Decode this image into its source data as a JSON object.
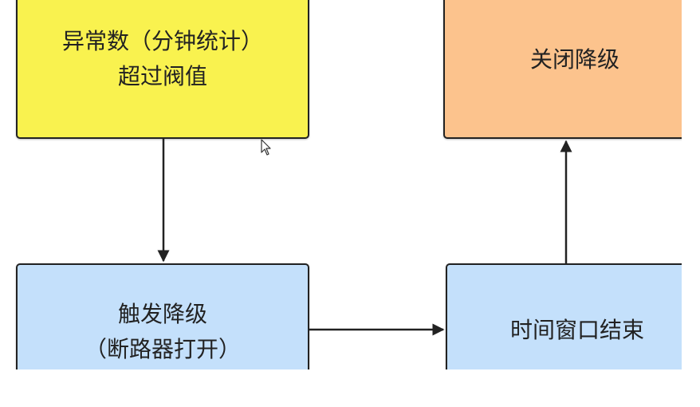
{
  "nodes": {
    "threshold": {
      "lines": [
        "异常数（分钟统计）",
        "超过阀值"
      ],
      "fill": "#f9f24f"
    },
    "close": {
      "lines": [
        "关闭降级"
      ],
      "fill": "#fcc38d"
    },
    "trigger": {
      "lines": [
        "触发降级",
        "（断路器打开）"
      ],
      "fill": "#c4e0fb"
    },
    "window": {
      "lines": [
        "时间窗口结束"
      ],
      "fill": "#c4e0fb"
    }
  },
  "colors": {
    "arrow": "#222222",
    "border": "#222222"
  }
}
